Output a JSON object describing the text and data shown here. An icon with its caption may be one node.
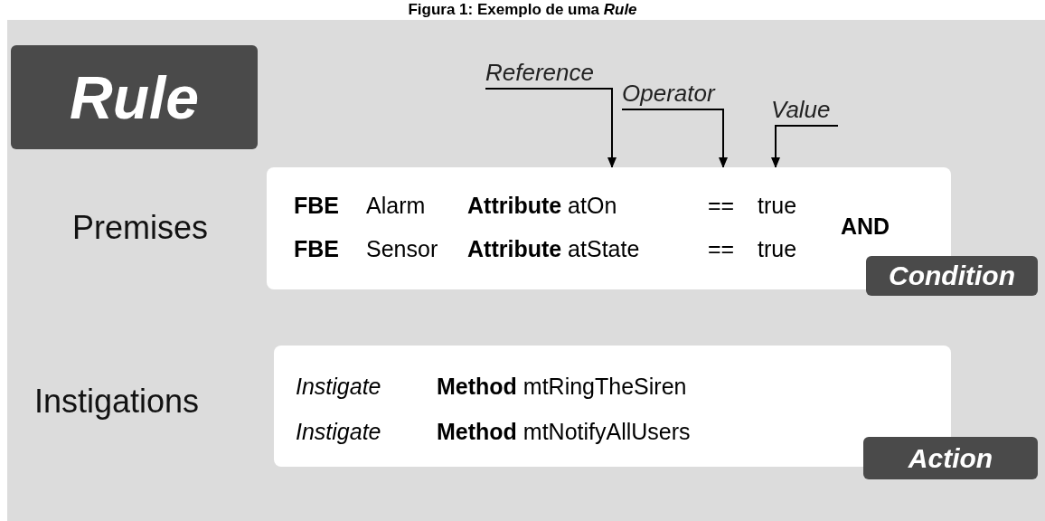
{
  "diagram": {
    "title": "Figura 1: Exemplo de uma *Rule*",
    "nodes": [
      {
        "text": [
          "Rule"
        ]
      },
      {
        "text": [
          "Reference"
        ]
      },
      {
        "text": [
          "Operator"
        ]
      },
      {
        "text": [
          "Value"
        ]
      },
      {
        "text": [
          "FBE",
          "Alarm",
          "**Attribute** atOn",
          "==",
          "true",
          "FBE",
          "Sensor",
          "**Attribute** atState",
          "==",
          "true",
          "AND"
        ],
        "beside": [
          "Premises"
        ]
      },
      {
        "text": [
          "Condition"
        ]
      },
      {
        "text": [
          "Instigate",
          "**Method** mtRingTheSiren",
          "Instigate",
          "**Method** mtNotifyAllUsers"
        ],
        "beside": [
          "Instigations"
        ]
      },
      {
        "text": [
          "Action"
        ]
      }
    ],
    "edges": [
      {
        "from": 1,
        "to": 4,
        "arrow": "to"
      },
      {
        "from": 2,
        "to": 4,
        "arrow": "to"
      },
      {
        "from": 3,
        "to": 4,
        "arrow": "to"
      }
    ]
  }
}
